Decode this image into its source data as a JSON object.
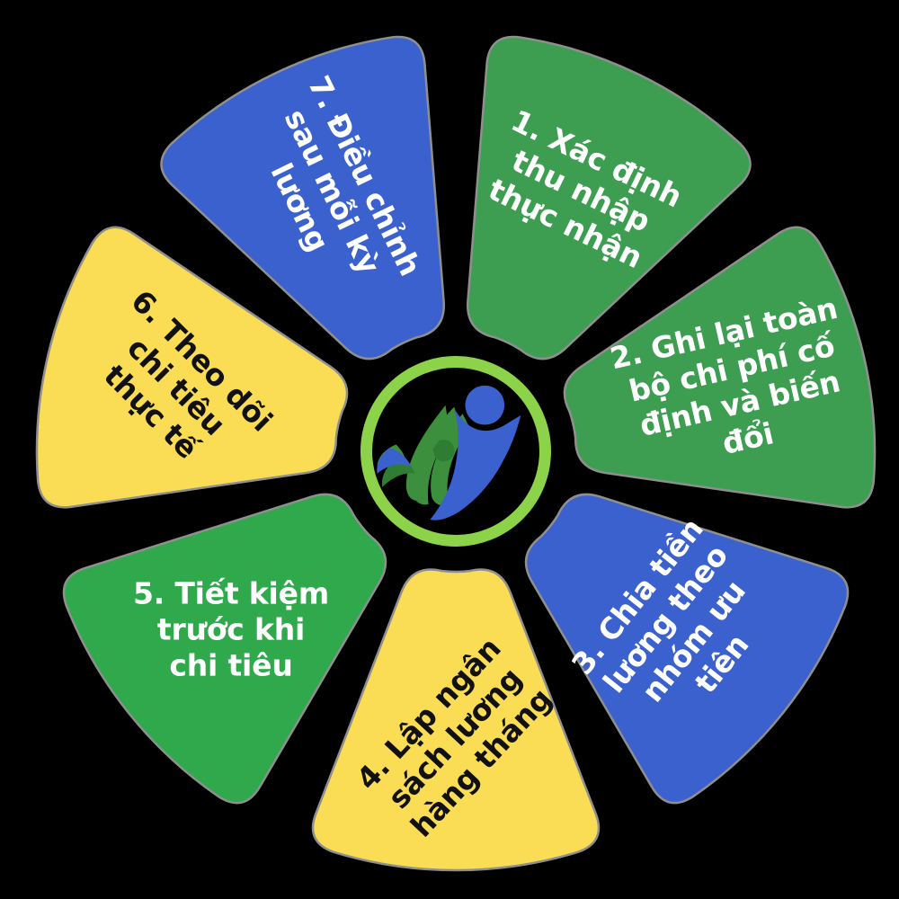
{
  "diagram": {
    "type": "segmented-circle-process",
    "title_present": false,
    "background_color": "#000000",
    "segment_count": 7,
    "center": {
      "name": "center-logo",
      "shape": "circle",
      "ring_color": "#8cd34a",
      "figure_colors": [
        "#3a61ce",
        "#3c8f3c"
      ],
      "description": "stylized person with leaf swoosh"
    },
    "palette": {
      "green_dark": "#3d9e52",
      "green_bright": "#2fa94c",
      "blue": "#3a61ce",
      "yellow": "#fbdd55",
      "text_light": "#ffffff",
      "text_dark": "#111111",
      "ring": "#8cd34a",
      "outline": "#8f8f8f"
    },
    "segments": [
      {
        "index": 1,
        "number": "1.",
        "text": "1. Xác định thu nhập thực nhận",
        "lines": [
          "1. Xác định",
          "thu nhập",
          "thực nhận"
        ],
        "fill": "#3d9e52",
        "text_color": "#ffffff",
        "angle_center_deg": -64.3,
        "text_rotation_deg": 25.7
      },
      {
        "index": 2,
        "number": "2.",
        "text": "2. Ghi lại toàn bộ chi phí cố định và biến đổi",
        "lines": [
          "2. Ghi lại toàn",
          "bộ chi phí cố",
          "định và biến",
          "đổi"
        ],
        "fill": "#3d9e52",
        "text_color": "#ffffff",
        "angle_center_deg": -12.9,
        "text_rotation_deg": -12.9
      },
      {
        "index": 3,
        "number": "3.",
        "text": "3. Chia tiền lương theo nhóm ưu tiên",
        "lines": [
          "3. Chia tiền",
          "lương theo",
          "nhóm ưu",
          "tiên"
        ],
        "fill": "#3a61ce",
        "text_color": "#ffffff",
        "angle_center_deg": 38.6,
        "text_rotation_deg": -51.4
      },
      {
        "index": 4,
        "number": "4.",
        "text": "4. Lập ngân sách lương hàng tháng",
        "lines": [
          "4. Lập ngân",
          "sách lương",
          "hàng tháng"
        ],
        "fill": "#fbdd55",
        "text_color": "#111111",
        "angle_center_deg": 90.0,
        "text_rotation_deg": -47.0
      },
      {
        "index": 5,
        "number": "5.",
        "text": "5. Tiết kiệm trước khi chi tiêu",
        "lines": [
          "5. Tiết kiệm",
          "trước khi",
          "chi tiêu"
        ],
        "fill": "#2fa94c",
        "text_color": "#ffffff",
        "angle_center_deg": 141.4,
        "text_rotation_deg": 0
      },
      {
        "index": 6,
        "number": "6.",
        "text": "6. Theo dõi chi tiêu thực tế",
        "lines": [
          "6. Theo dõi",
          "chi tiêu",
          "thực tế"
        ],
        "fill": "#fbdd55",
        "text_color": "#111111",
        "angle_center_deg": 192.9,
        "text_rotation_deg": 45.0
      },
      {
        "index": 7,
        "number": "7.",
        "text": "7. Điều chỉnh sau mỗi kỳ lương",
        "lines": [
          "7. Điều chỉnh",
          "sau mỗi kỳ",
          "lương"
        ],
        "fill": "#3a61ce",
        "text_color": "#ffffff",
        "angle_center_deg": 244.3,
        "text_rotation_deg": 64.0
      }
    ]
  }
}
